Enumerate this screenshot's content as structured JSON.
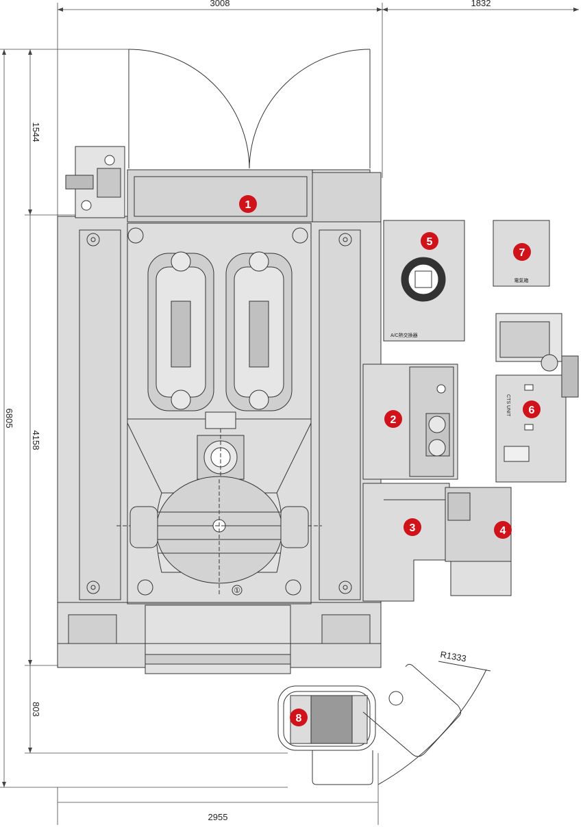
{
  "dimensions": {
    "top_left": "3008",
    "top_right": "1832",
    "bottom": "2955",
    "left_total": "6805",
    "left_top": "1544",
    "left_mid": "4158",
    "left_bottom": "803",
    "radius": "R1333"
  },
  "labels": {
    "ac_unit": "A/C熱交換器",
    "cts_unit": "CTS UNIT",
    "panel_7": "電氣箱",
    "spindle_marker": "①"
  },
  "markers": [
    {
      "id": "1",
      "label": "1"
    },
    {
      "id": "2",
      "label": "2"
    },
    {
      "id": "3",
      "label": "3"
    },
    {
      "id": "4",
      "label": "4"
    },
    {
      "id": "5",
      "label": "5"
    },
    {
      "id": "6",
      "label": "6"
    },
    {
      "id": "7",
      "label": "7"
    },
    {
      "id": "8",
      "label": "8"
    }
  ],
  "colors": {
    "fill": "#dcdcdc",
    "line": "#333333",
    "marker": "#d0121b"
  }
}
